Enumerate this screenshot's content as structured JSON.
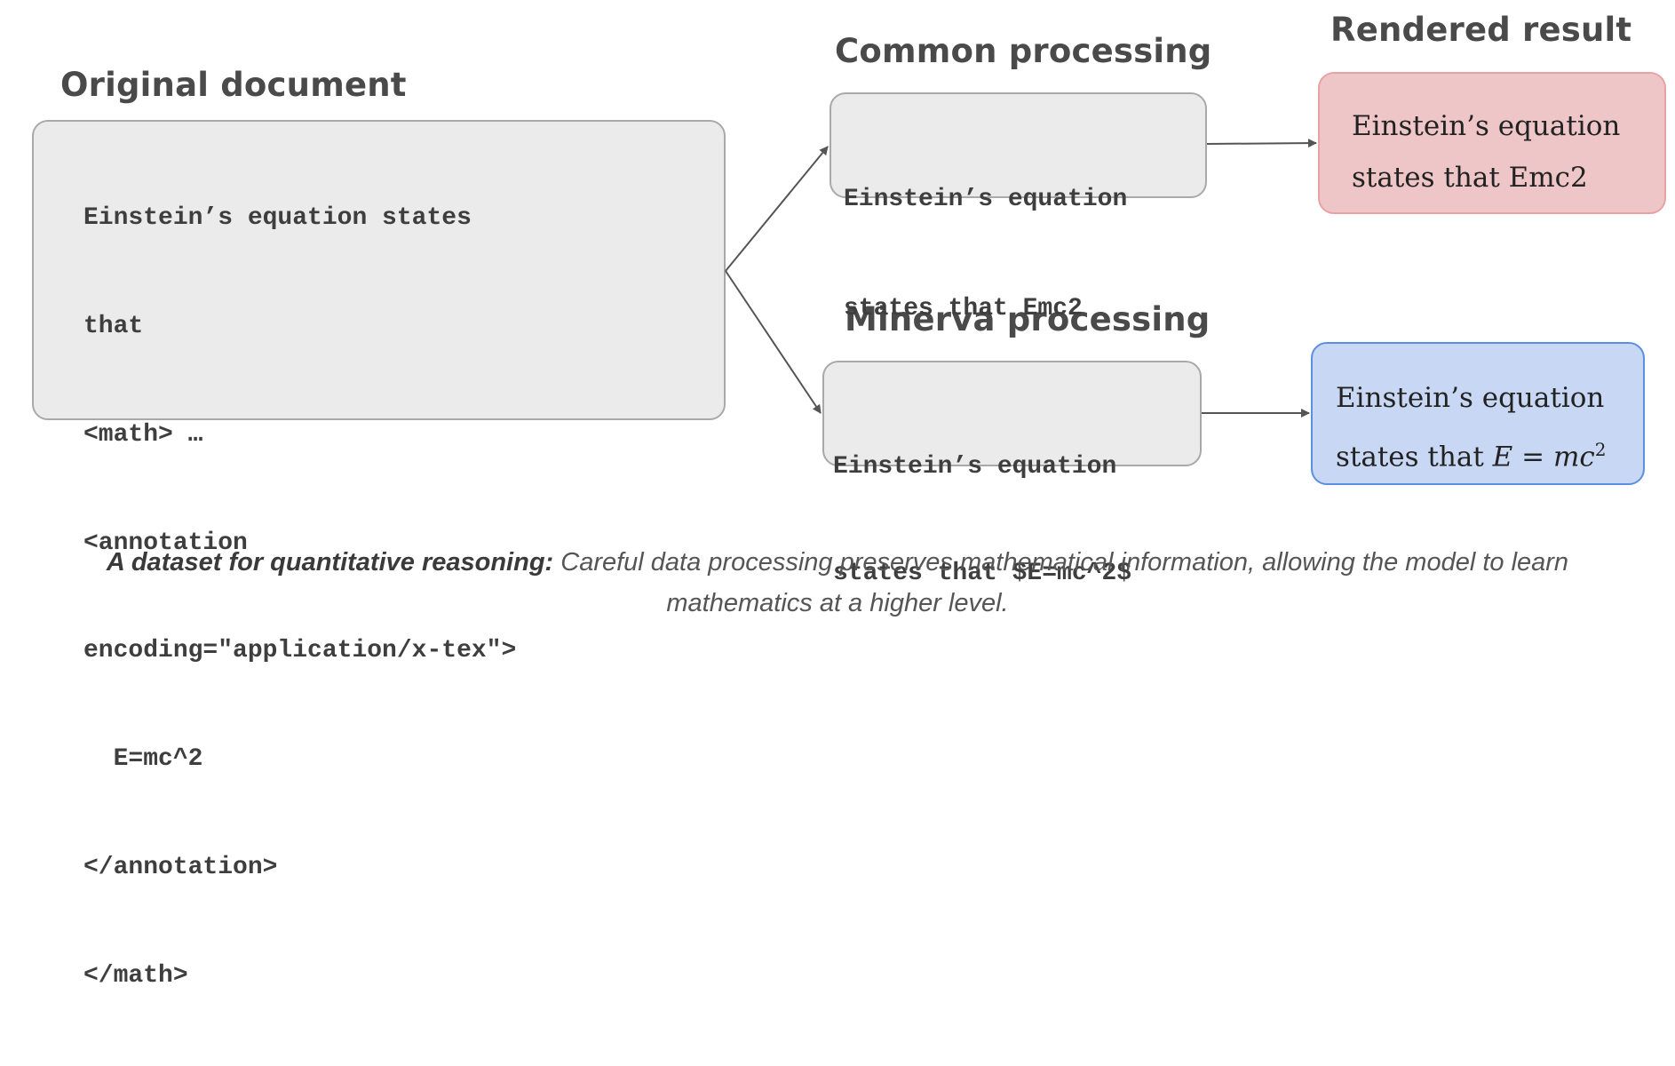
{
  "original": {
    "heading": "Original document",
    "lines": [
      "Einstein’s equation states",
      "that",
      "<math> …",
      "<annotation",
      "encoding=\"application/x-tex\">",
      "  E=mc^2",
      "</annotation>",
      "</math>"
    ]
  },
  "common": {
    "heading": "Common processing",
    "lines": [
      "Einstein’s equation",
      "states that Emc2"
    ],
    "rendered_lines": [
      "Einstein’s equation",
      "states that Emc2"
    ]
  },
  "minerva": {
    "heading": "Minerva processing",
    "lines": [
      "Einstein’s equation",
      "states that $E=mc^2$"
    ],
    "rendered_line1": "Einstein’s equation",
    "rendered_prefix": "states that ",
    "rendered_math": {
      "lhs": "E",
      "equals": " = ",
      "base": "mc",
      "exponent": "2"
    }
  },
  "rendered_heading": "Rendered result",
  "caption": {
    "bold": "A dataset for quantitative reasoning:",
    "text": " Careful data processing preserves mathematical information, allowing the model to learn mathematics at a higher level."
  },
  "colors": {
    "gray_box": "#ebebeb",
    "red_box": "#efc6c7",
    "red_border": "#e8a2a4",
    "blue_box": "#c8d8f4",
    "blue_border": "#5b8fe3",
    "arrow": "#555555"
  }
}
